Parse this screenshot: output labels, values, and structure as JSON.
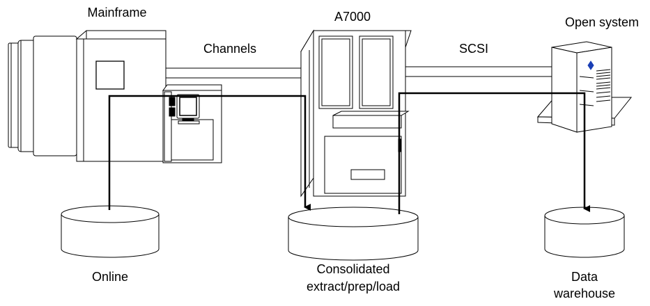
{
  "labels": {
    "mainframe": "Mainframe",
    "channels": "Channels",
    "a7000": "A7000",
    "scsi": "SCSI",
    "open_system": "Open system",
    "online": "Online",
    "consolidated_line1": "Consolidated",
    "consolidated_line2": "extract/prep/load",
    "data_line1": "Data",
    "data_line2": "warehouse"
  },
  "colors": {
    "stroke": "#000000",
    "fill": "#ffffff",
    "logo_accent": "#1a3fb5"
  }
}
